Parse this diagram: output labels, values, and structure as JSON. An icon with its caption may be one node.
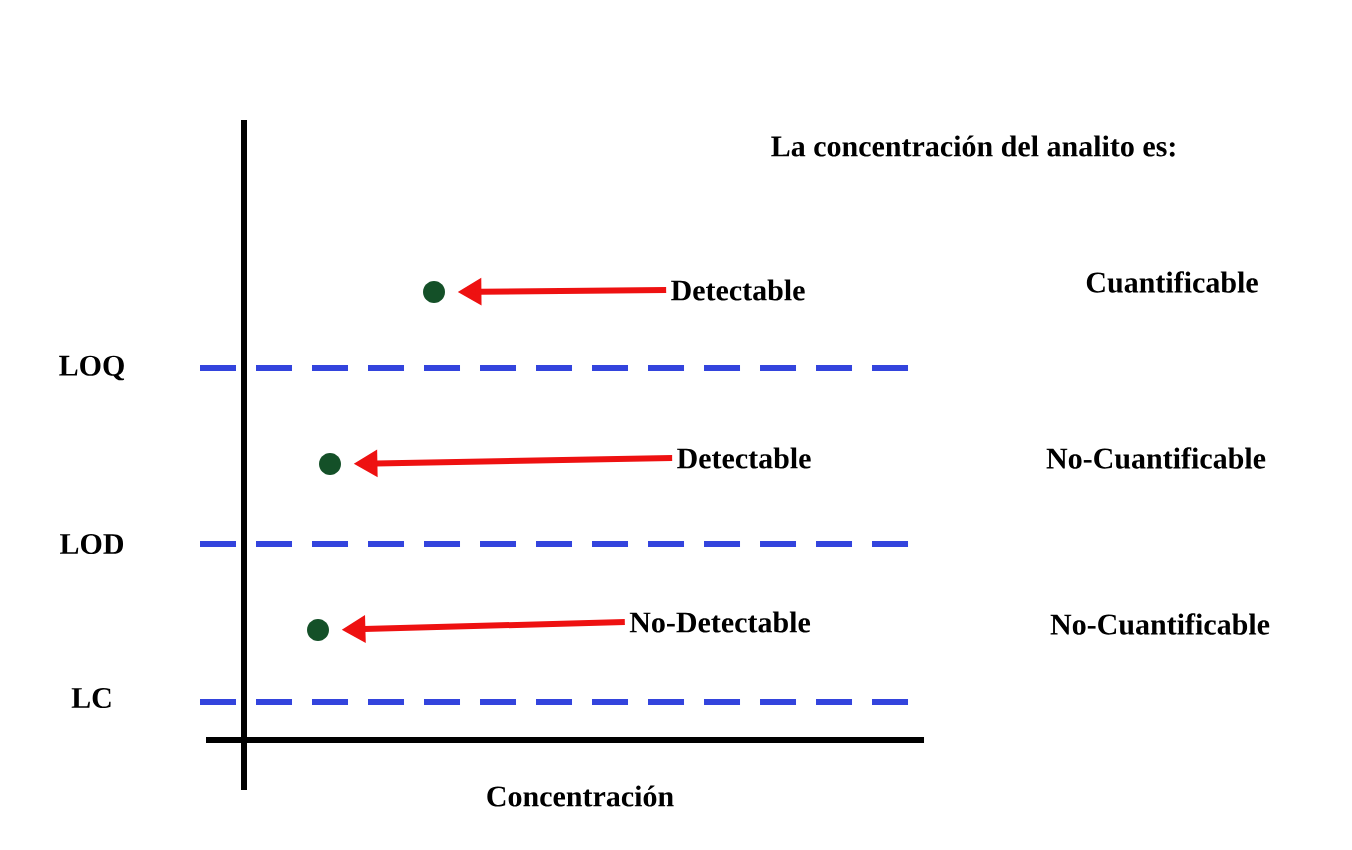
{
  "diagram": {
    "title": "La concentración del analito es:",
    "nodes": [
      {
        "text": [],
        "shape": "circle"
      },
      {
        "text": [
          "Detectable"
        ]
      },
      {
        "text": [],
        "shape": "circle"
      },
      {
        "text": [
          "Detectable"
        ]
      },
      {
        "text": [],
        "shape": "circle"
      },
      {
        "text": [
          "No-Detectable"
        ]
      }
    ],
    "edges": [
      {
        "from": 1,
        "to": 0,
        "arrow": "to"
      },
      {
        "from": 3,
        "to": 2,
        "arrow": "to"
      },
      {
        "from": 5,
        "to": 4,
        "arrow": "to"
      }
    ],
    "labels": [
      "Cuantificable",
      "LOQ",
      "No-Cuantificable",
      "LOD",
      "No-Cuantificable",
      "LC",
      "Concentración"
    ]
  }
}
